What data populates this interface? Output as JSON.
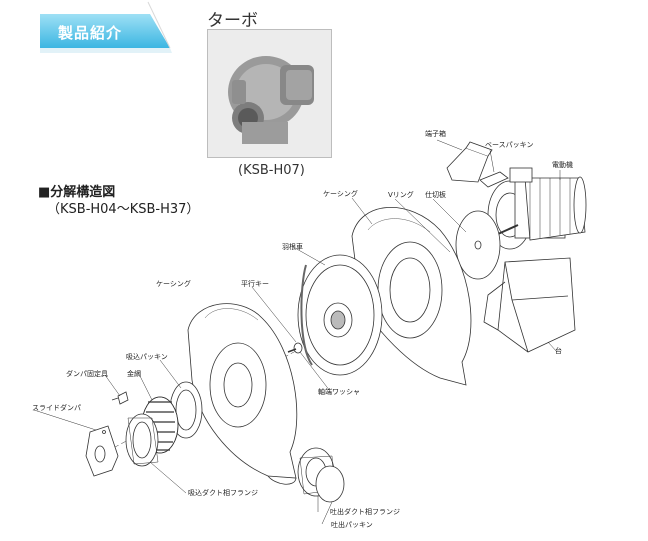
{
  "header": {
    "banner_label": "製品紹介",
    "product_name": "ターボ",
    "product_model": "(KSB-H07)",
    "photo_icon": "turbo-blower-photo"
  },
  "section": {
    "title": "■分解構造図",
    "models": "（KSB-H04～KSB-H37）"
  },
  "parts": {
    "terminal_box": "端子箱",
    "base_packing": "ベースパッキン",
    "motor": "電動機",
    "casing_rear": "ケーシング",
    "v_ring": "Vリング",
    "partition_plate": "仕切板",
    "impeller": "羽根車",
    "casing_front": "ケーシング",
    "parallel_key": "平行キー",
    "stand": "台",
    "suction_packing": "吸込パッキン",
    "damper_fixture": "ダンパ固定具",
    "wire_mesh": "金網",
    "shaft_washer": "軸端ワッシャ",
    "slide_damper": "スライドダンパ",
    "suction_flange": "吸込ダクト相フランジ",
    "discharge_flange": "吐出ダクト相フランジ",
    "discharge_packing": "吐出パッキン"
  }
}
